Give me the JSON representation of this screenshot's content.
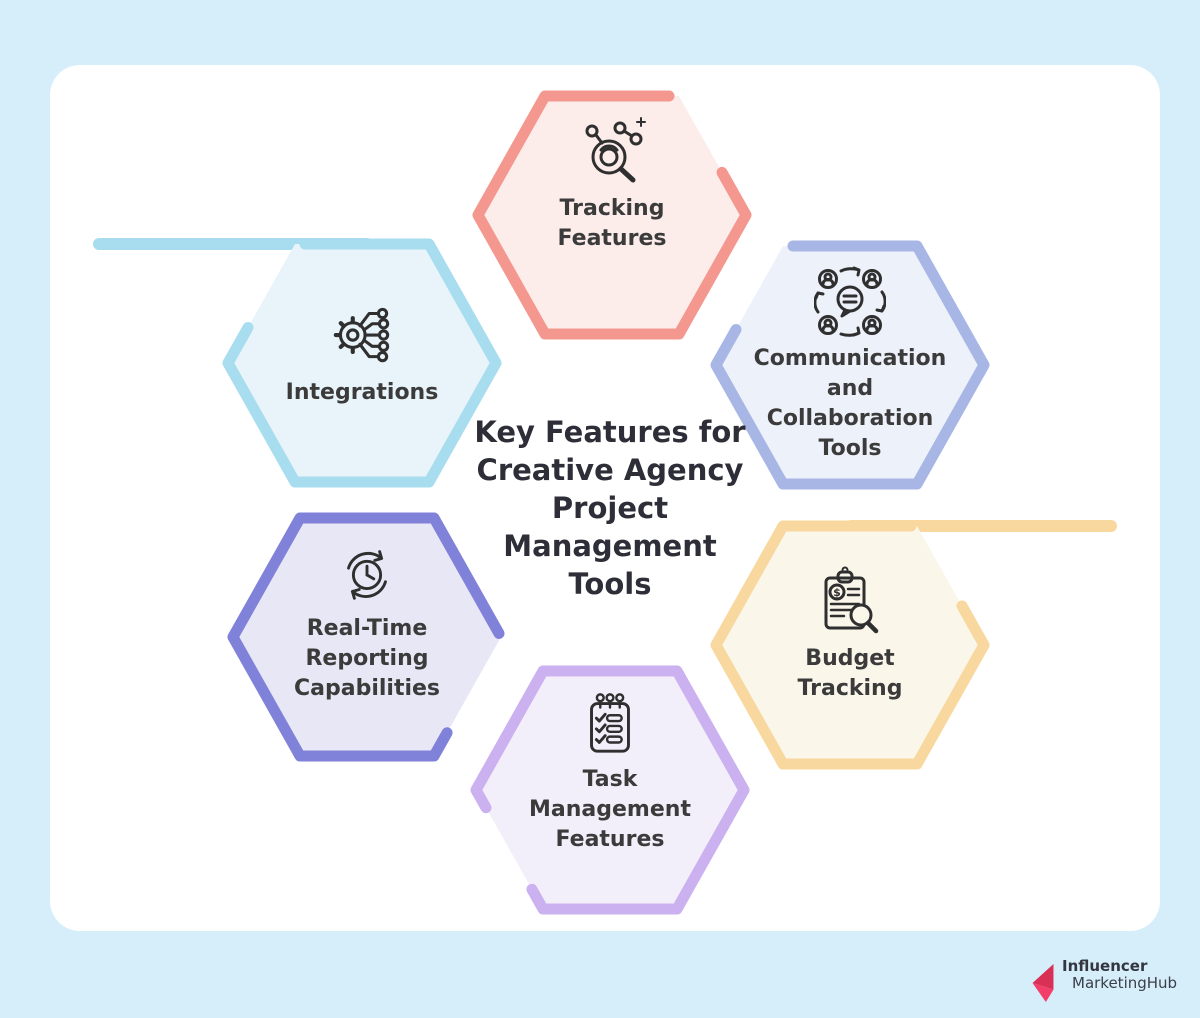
{
  "page": {
    "background": "#d5eefa",
    "card_color": "#ffffff"
  },
  "title": "Key Features for\nCreative Agency\nProject\nManagement\nTools",
  "hexagons": [
    {
      "id": "tracking-features",
      "label": "Tracking\nFeatures",
      "icon": "magnifier-network-icon",
      "stroke": "#f4978f",
      "fill": "#fcedeb"
    },
    {
      "id": "communication-collaboration-tools",
      "label": "Communication\nand\nCollaboration\nTools",
      "icon": "users-chat-sync-icon",
      "stroke": "#a8b6e6",
      "fill": "#edf1fa"
    },
    {
      "id": "budget-tracking",
      "label": "Budget\nTracking",
      "icon": "budget-clipboard-magnifier-icon",
      "stroke": "#f8d89e",
      "fill": "#faf6ea"
    },
    {
      "id": "task-management-features",
      "label": "Task\nManagement\nFeatures",
      "icon": "checklist-notepad-icon",
      "stroke": "#cbb1ef",
      "fill": "#f3effa"
    },
    {
      "id": "real-time-reporting-capabilities",
      "label": "Real-Time\nReporting\nCapabilities",
      "icon": "clock-sync-icon",
      "stroke": "#7f82d8",
      "fill": "#e8e7f6"
    },
    {
      "id": "integrations",
      "label": "Integrations",
      "icon": "gear-circuit-icon",
      "stroke": "#a8ddef",
      "fill": "#e8f4f9"
    }
  ],
  "brand": {
    "name_top": "Influencer",
    "name_bottom": "MarketingHub",
    "icon": "influencer-marketinghub-logo",
    "accent_dark": "#d93156",
    "accent_bright": "#f23e68"
  }
}
